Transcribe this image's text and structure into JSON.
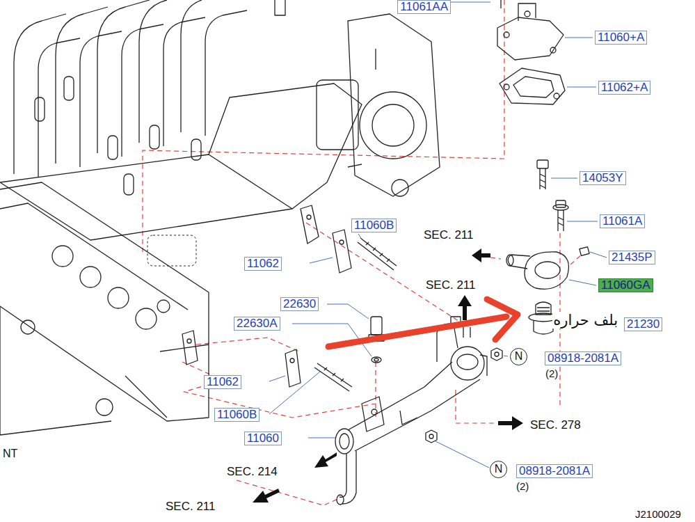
{
  "diagram": {
    "nodes": [
      {
        "text": [
          "11061AA"
        ]
      },
      {
        "text": [
          "11060+A"
        ]
      },
      {
        "text": [
          "11062+A"
        ]
      },
      {
        "text": [
          "14053Y"
        ]
      },
      {
        "text": [
          "11061A"
        ]
      },
      {
        "text": [
          "11060B"
        ]
      },
      {
        "text": [
          "21435P"
        ]
      },
      {
        "text": [
          "11062"
        ]
      },
      {
        "text": [
          "11060GA"
        ]
      },
      {
        "text": [
          "22630"
        ]
      },
      {
        "text": [
          "21230"
        ]
      },
      {
        "text": [
          "22630A"
        ]
      },
      {
        "text": [
          "N"
        ]
      },
      {
        "text": [
          "08918-2081A"
        ]
      },
      {
        "text": [
          "11062"
        ]
      },
      {
        "text": [
          "11060B"
        ]
      },
      {
        "text": [
          "11060"
        ]
      },
      {
        "text": [
          "N"
        ]
      },
      {
        "text": [
          "08918-2081A"
        ]
      }
    ],
    "labels": [
      "SEC. 211",
      "SEC. 211",
      "(2)",
      "SEC. 278",
      "SEC. 214",
      "(2)",
      "SEC. 211",
      "J2100029",
      "NT",
      "بلف حراره"
    ]
  }
}
